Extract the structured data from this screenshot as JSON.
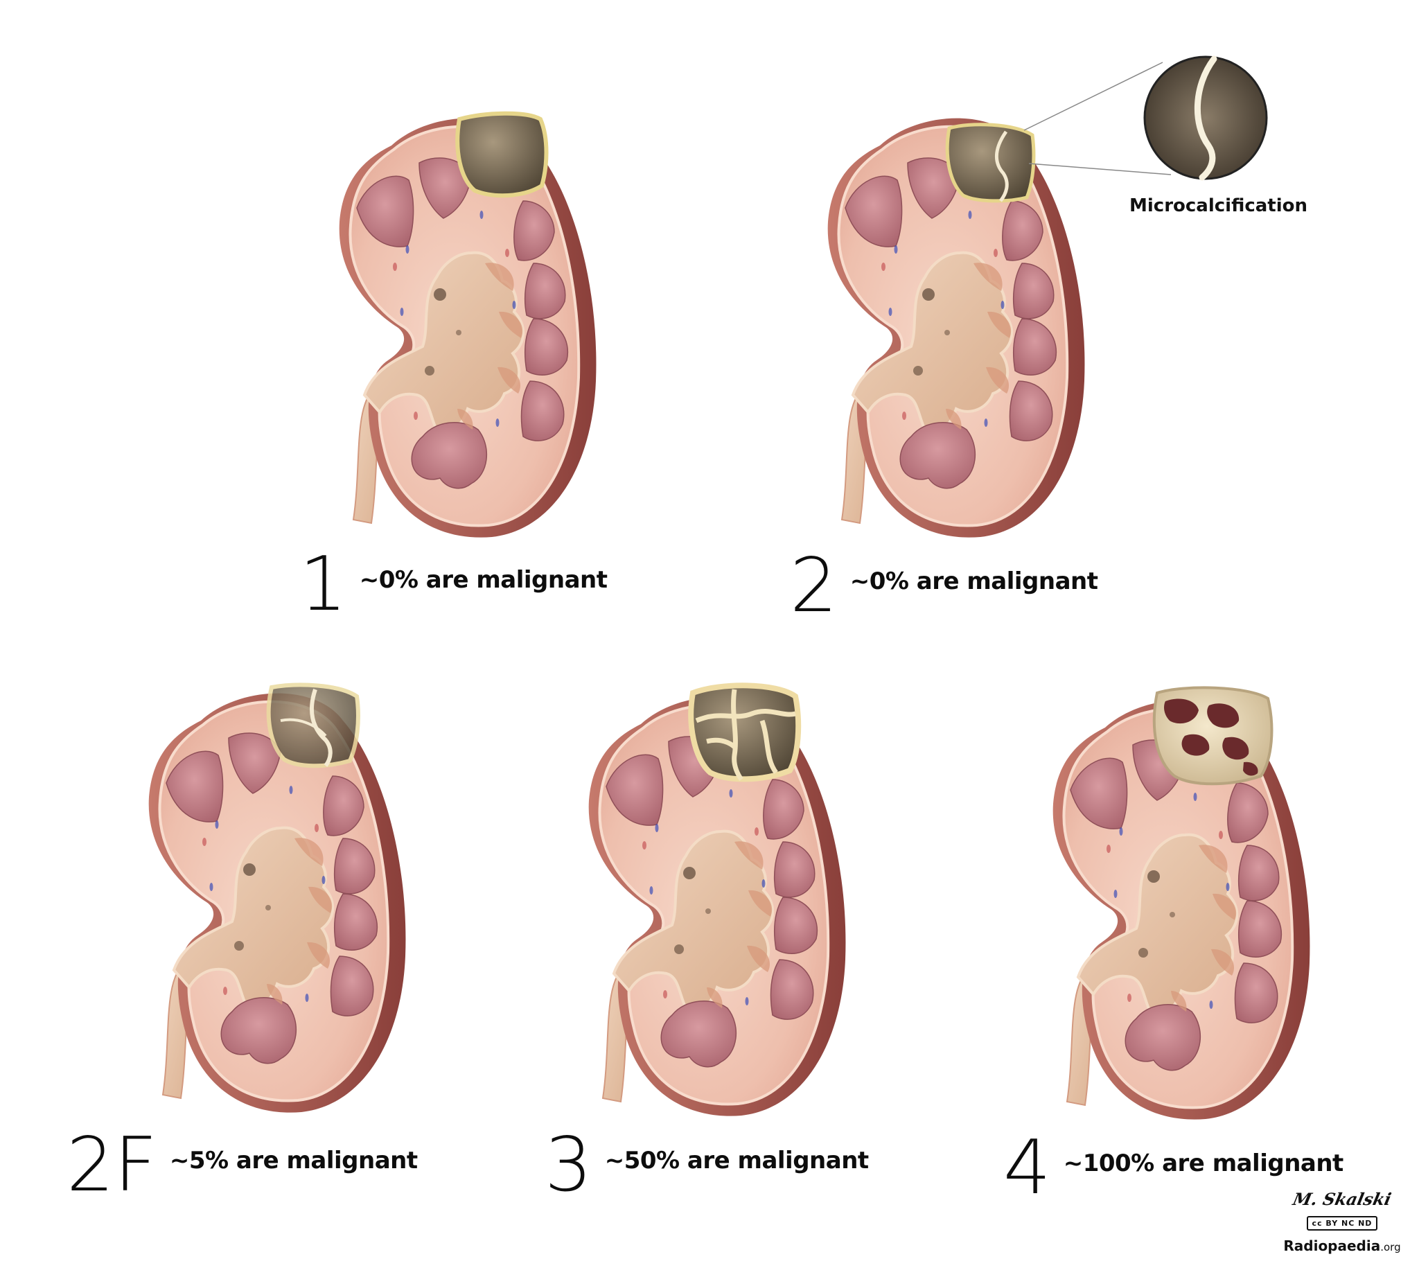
{
  "callout": {
    "label": "Microcalcification"
  },
  "categories": [
    {
      "id": "1",
      "number": "1",
      "text": "~0% are malignant"
    },
    {
      "id": "2",
      "number": "2",
      "text": "~0% are malignant"
    },
    {
      "id": "2F",
      "number": "2F",
      "text": "~5% are malignant"
    },
    {
      "id": "3",
      "number": "3",
      "text": "~50% are malignant"
    },
    {
      "id": "4",
      "number": "4",
      "text": "~100% are malignant"
    }
  ],
  "credit": {
    "signature": "M. Skalski",
    "license": "cc BY NC ND",
    "site_name": "Radiopaedia",
    "site_tld": ".org"
  },
  "colors": {
    "cortex": "#f2c9b8",
    "cortex_edge": "#e9ab9a",
    "capsule": "#a6564f",
    "pyramid": "#bb7b84",
    "pelvis": "#e7c5a8",
    "cyst": "#776a58",
    "septa": "#efe0b8"
  }
}
